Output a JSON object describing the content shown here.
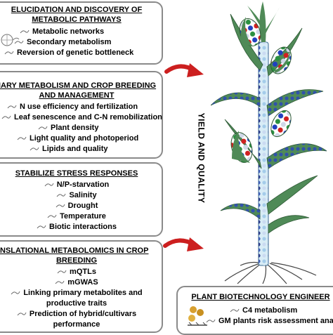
{
  "panels": {
    "elucidation": {
      "title_lines": [
        "ELUCIDATION AND DISCOVERY OF",
        "METABOLIC PATHWAYS"
      ],
      "items": [
        "Metabolic networks",
        "Secondary metabolism",
        "Reversion of genetic bottleneck"
      ]
    },
    "primary": {
      "title_lines": [
        "IARY METABOLISM AND CROP BREEDING",
        "AND MANAGEMENT"
      ],
      "items": [
        "N use efficiency and fertilization",
        "Leaf senescence and C-N remobilization",
        "Plant density",
        "Light quality and photoperiod",
        "Lipids and quality"
      ]
    },
    "stress": {
      "title_lines": [
        "STABILIZE STRESS RESPONSES"
      ],
      "items": [
        "N/P-starvation",
        "Salinity",
        "Drought",
        "Temperature",
        "Biotic interactions"
      ]
    },
    "translational": {
      "title_lines": [
        "NSLATIONAL METABOLOMICS IN CROP",
        "BREEDING"
      ],
      "items": [
        "mQTLs",
        "mGWAS",
        "Linking primary metabolites and",
        "productive traits",
        "Prediction of hybrid/cultivars",
        "performance"
      ]
    },
    "biotech": {
      "title_lines": [
        "PLANT BIOTECHNOLOGY ENGINEER"
      ],
      "items": [
        "C4 metabolism",
        "GM plants risk assessment analy"
      ]
    }
  },
  "yield_label": "YIELD AND QUALITY",
  "colors": {
    "arrow": "#cc1f1f",
    "panel_border": "#8a8a8a",
    "leaf": "#4f8a57",
    "stem": "#d8ecf6"
  },
  "icons": [
    "flower-icon",
    "bullet-plant-icon",
    "maize-plant-icon",
    "molecule-icon"
  ]
}
